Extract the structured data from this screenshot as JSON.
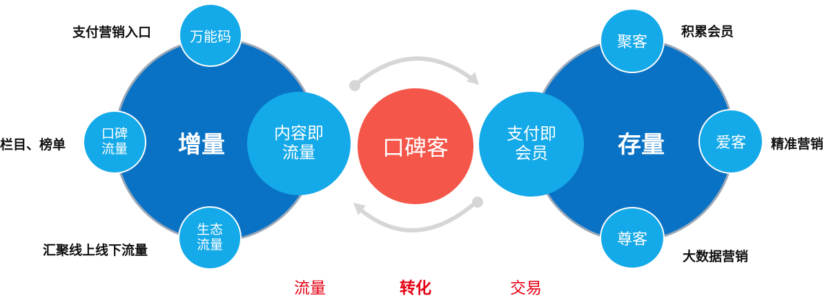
{
  "left": {
    "title": "增量",
    "inner": "内容即\n流量",
    "satellites": [
      {
        "text": "万能码",
        "label": "支付营销入口"
      },
      {
        "text": "口碑\n流量",
        "label": "栏目、榜单"
      },
      {
        "text": "生态\n流量",
        "label": "汇聚线上线下流量"
      }
    ]
  },
  "center": {
    "title": "口碑客"
  },
  "right": {
    "title": "存量",
    "inner": "支付即\n会员",
    "satellites": [
      {
        "text": "聚客",
        "label": "积累会员"
      },
      {
        "text": "爱客",
        "label": "精准营销"
      },
      {
        "text": "尊客",
        "label": "大数据营销"
      }
    ]
  },
  "stages": [
    "流量",
    "转化",
    "交易"
  ],
  "colors": {
    "big_circle": "#0a72c4",
    "satellite": "#14a9e8",
    "core": "#f5564a",
    "arrow": "#d6d6d6",
    "stage_text": "#e60012"
  }
}
